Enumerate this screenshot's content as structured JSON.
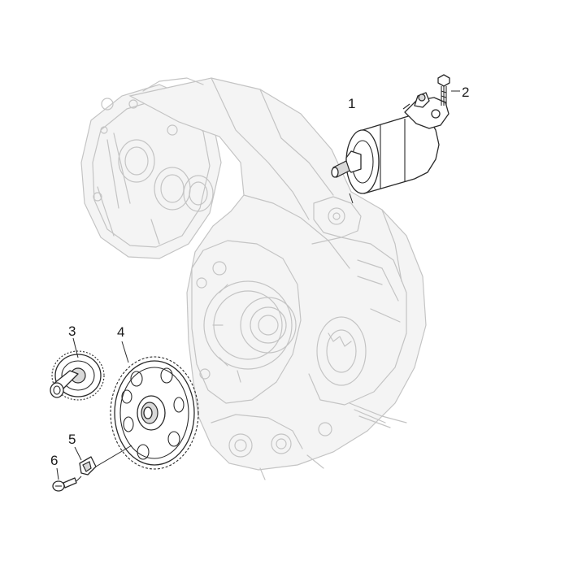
{
  "diagram": {
    "callouts": [
      {
        "id": "1",
        "label": "1"
      },
      {
        "id": "2",
        "label": "2"
      },
      {
        "id": "3",
        "label": "3"
      },
      {
        "id": "4",
        "label": "4"
      },
      {
        "id": "5",
        "label": "5"
      },
      {
        "id": "6",
        "label": "6"
      }
    ],
    "colors": {
      "background": "#ffffff",
      "engine_outline": "#c4c4c4",
      "part_outline": "#2a2a2a",
      "part_shade": "#d9d9d9"
    },
    "icons": [
      "engine-crankcase-icon",
      "starter-motor-icon",
      "bolt-icon",
      "intermediate-gear-icon",
      "starter-ring-gear-icon",
      "retaining-plate-icon",
      "screw-icon"
    ]
  }
}
